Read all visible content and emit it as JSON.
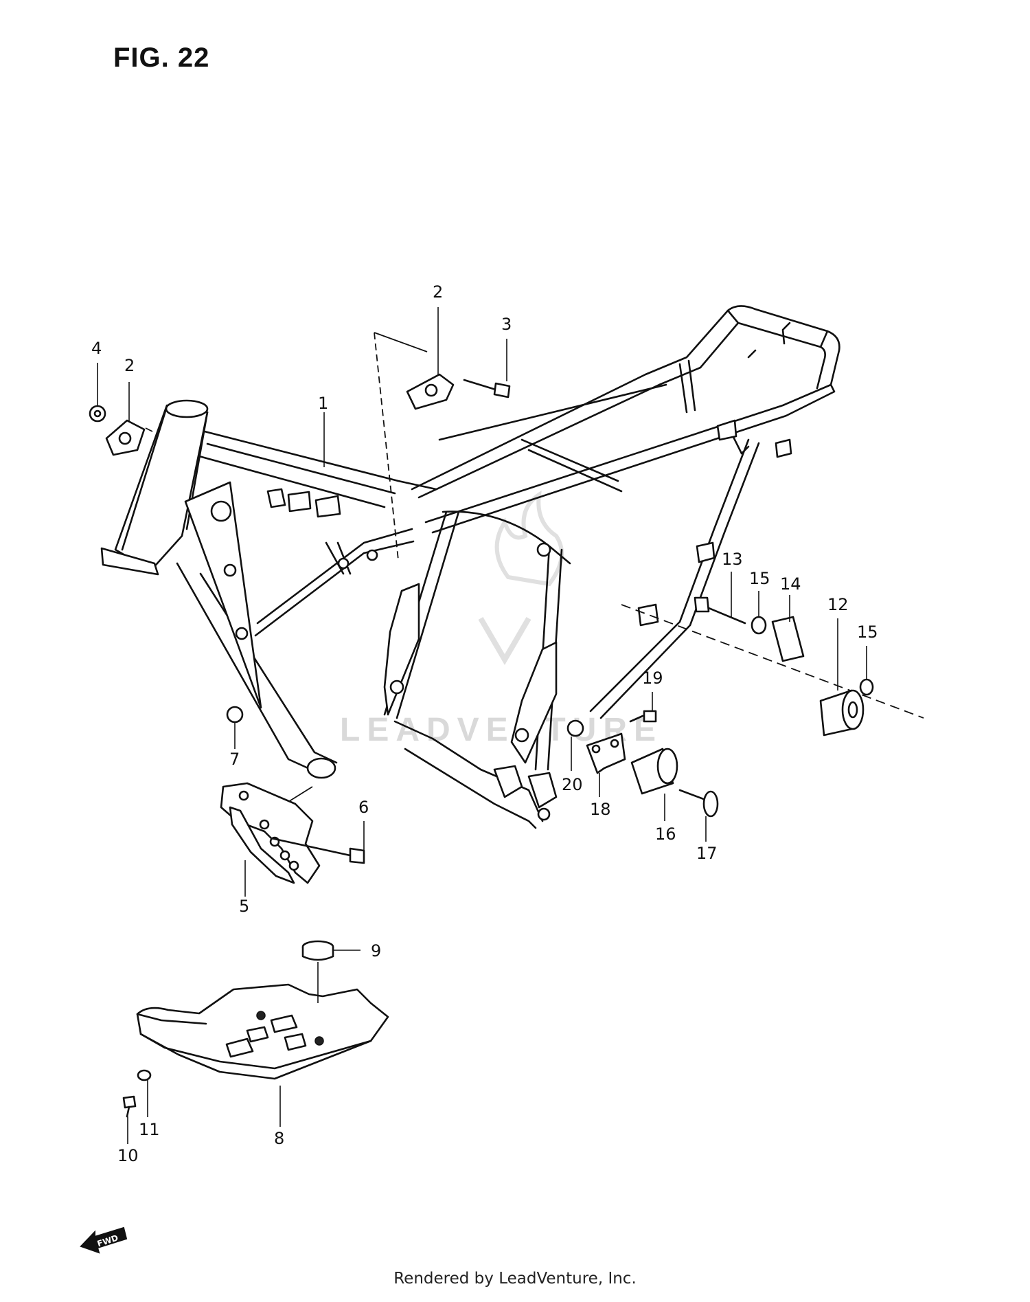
{
  "figure": {
    "title": "FIG. 22",
    "watermark": "LEADVENTURE",
    "direction_badge": "FWD",
    "footer": "Rendered by LeadVenture, Inc."
  },
  "callouts": [
    {
      "id": "c1",
      "label": "1"
    },
    {
      "id": "c2a",
      "label": "2"
    },
    {
      "id": "c2b",
      "label": "2"
    },
    {
      "id": "c3",
      "label": "3"
    },
    {
      "id": "c4",
      "label": "4"
    },
    {
      "id": "c5",
      "label": "5"
    },
    {
      "id": "c6",
      "label": "6"
    },
    {
      "id": "c7",
      "label": "7"
    },
    {
      "id": "c8",
      "label": "8"
    },
    {
      "id": "c9",
      "label": "9"
    },
    {
      "id": "c10",
      "label": "10"
    },
    {
      "id": "c11",
      "label": "11"
    },
    {
      "id": "c12",
      "label": "12"
    },
    {
      "id": "c13",
      "label": "13"
    },
    {
      "id": "c14",
      "label": "14"
    },
    {
      "id": "c15a",
      "label": "15"
    },
    {
      "id": "c15b",
      "label": "15"
    },
    {
      "id": "c16",
      "label": "16"
    },
    {
      "id": "c17",
      "label": "17"
    },
    {
      "id": "c18",
      "label": "18"
    },
    {
      "id": "c19",
      "label": "19"
    },
    {
      "id": "c20",
      "label": "20"
    }
  ]
}
